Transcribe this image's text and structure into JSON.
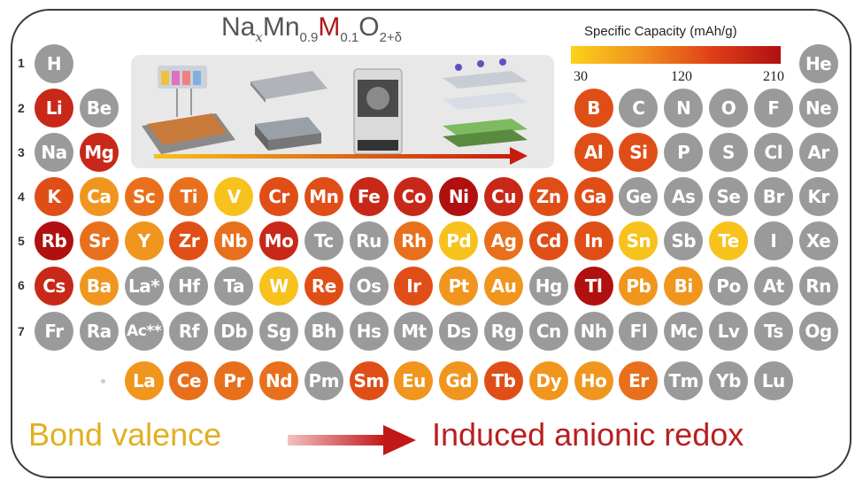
{
  "title": {
    "a": "Na",
    "b": "x",
    "c": "Mn",
    "d": "0.9",
    "e": "M",
    "f": "0.1",
    "g": "O",
    "h": "2+δ"
  },
  "colorbar": {
    "title": "Specific Capacity (mAh/g)",
    "ticks": [
      "30",
      "120",
      "210"
    ]
  },
  "periods": [
    "1",
    "2",
    "3",
    "4",
    "5",
    "6",
    "7"
  ],
  "bottom": {
    "left": "Bond valence",
    "right": "Induced anionic redox"
  },
  "colors": {
    "gray": "#9a9a9a",
    "y": "#f7c21c",
    "lo": "#f0961e",
    "mo": "#e8701c",
    "o": "#e04e18",
    "r": "#c82818",
    "dr": "#b01010"
  },
  "elements": [
    {
      "sym": "H",
      "c": "gray"
    },
    {
      "sym": "He",
      "c": "gray"
    },
    {
      "sym": "Li",
      "c": "r"
    },
    {
      "sym": "Be",
      "c": "gray"
    },
    {
      "sym": "B",
      "c": "o"
    },
    {
      "sym": "C",
      "c": "gray"
    },
    {
      "sym": "N",
      "c": "gray"
    },
    {
      "sym": "O",
      "c": "gray"
    },
    {
      "sym": "F",
      "c": "gray"
    },
    {
      "sym": "Ne",
      "c": "gray"
    },
    {
      "sym": "Na",
      "c": "gray"
    },
    {
      "sym": "Mg",
      "c": "r"
    },
    {
      "sym": "Al",
      "c": "o"
    },
    {
      "sym": "Si",
      "c": "o"
    },
    {
      "sym": "P",
      "c": "gray"
    },
    {
      "sym": "S",
      "c": "gray"
    },
    {
      "sym": "Cl",
      "c": "gray"
    },
    {
      "sym": "Ar",
      "c": "gray"
    },
    {
      "sym": "K",
      "c": "o"
    },
    {
      "sym": "Ca",
      "c": "lo"
    },
    {
      "sym": "Sc",
      "c": "mo"
    },
    {
      "sym": "Ti",
      "c": "mo"
    },
    {
      "sym": "V",
      "c": "y"
    },
    {
      "sym": "Cr",
      "c": "o"
    },
    {
      "sym": "Mn",
      "c": "o"
    },
    {
      "sym": "Fe",
      "c": "r"
    },
    {
      "sym": "Co",
      "c": "r"
    },
    {
      "sym": "Ni",
      "c": "dr"
    },
    {
      "sym": "Cu",
      "c": "r"
    },
    {
      "sym": "Zn",
      "c": "o"
    },
    {
      "sym": "Ga",
      "c": "o"
    },
    {
      "sym": "Ge",
      "c": "gray"
    },
    {
      "sym": "As",
      "c": "gray"
    },
    {
      "sym": "Se",
      "c": "gray"
    },
    {
      "sym": "Br",
      "c": "gray"
    },
    {
      "sym": "Kr",
      "c": "gray"
    },
    {
      "sym": "Rb",
      "c": "dr"
    },
    {
      "sym": "Sr",
      "c": "mo"
    },
    {
      "sym": "Y",
      "c": "lo"
    },
    {
      "sym": "Zr",
      "c": "o"
    },
    {
      "sym": "Nb",
      "c": "mo"
    },
    {
      "sym": "Mo",
      "c": "r"
    },
    {
      "sym": "Tc",
      "c": "gray"
    },
    {
      "sym": "Ru",
      "c": "gray"
    },
    {
      "sym": "Rh",
      "c": "mo"
    },
    {
      "sym": "Pd",
      "c": "y"
    },
    {
      "sym": "Ag",
      "c": "mo"
    },
    {
      "sym": "Cd",
      "c": "o"
    },
    {
      "sym": "In",
      "c": "o"
    },
    {
      "sym": "Sn",
      "c": "y"
    },
    {
      "sym": "Sb",
      "c": "gray"
    },
    {
      "sym": "Te",
      "c": "y"
    },
    {
      "sym": "I",
      "c": "gray"
    },
    {
      "sym": "Xe",
      "c": "gray"
    },
    {
      "sym": "Cs",
      "c": "r"
    },
    {
      "sym": "Ba",
      "c": "lo"
    },
    {
      "sym": "La*",
      "c": "gray"
    },
    {
      "sym": "Hf",
      "c": "gray"
    },
    {
      "sym": "Ta",
      "c": "gray"
    },
    {
      "sym": "W",
      "c": "y"
    },
    {
      "sym": "Re",
      "c": "o"
    },
    {
      "sym": "Os",
      "c": "gray"
    },
    {
      "sym": "Ir",
      "c": "o"
    },
    {
      "sym": "Pt",
      "c": "lo"
    },
    {
      "sym": "Au",
      "c": "lo"
    },
    {
      "sym": "Hg",
      "c": "gray"
    },
    {
      "sym": "Tl",
      "c": "dr"
    },
    {
      "sym": "Pb",
      "c": "lo"
    },
    {
      "sym": "Bi",
      "c": "lo"
    },
    {
      "sym": "Po",
      "c": "gray"
    },
    {
      "sym": "At",
      "c": "gray"
    },
    {
      "sym": "Rn",
      "c": "gray"
    },
    {
      "sym": "Fr",
      "c": "gray"
    },
    {
      "sym": "Ra",
      "c": "gray"
    },
    {
      "sym": "Ac**",
      "c": "gray"
    },
    {
      "sym": "Rf",
      "c": "gray"
    },
    {
      "sym": "Db",
      "c": "gray"
    },
    {
      "sym": "Sg",
      "c": "gray"
    },
    {
      "sym": "Bh",
      "c": "gray"
    },
    {
      "sym": "Hs",
      "c": "gray"
    },
    {
      "sym": "Mt",
      "c": "gray"
    },
    {
      "sym": "Ds",
      "c": "gray"
    },
    {
      "sym": "Rg",
      "c": "gray"
    },
    {
      "sym": "Cn",
      "c": "gray"
    },
    {
      "sym": "Nh",
      "c": "gray"
    },
    {
      "sym": "Fl",
      "c": "gray"
    },
    {
      "sym": "Mc",
      "c": "gray"
    },
    {
      "sym": "Lv",
      "c": "gray"
    },
    {
      "sym": "Ts",
      "c": "gray"
    },
    {
      "sym": "Og",
      "c": "gray"
    },
    {
      "sym": "La",
      "c": "lo"
    },
    {
      "sym": "Ce",
      "c": "mo"
    },
    {
      "sym": "Pr",
      "c": "mo"
    },
    {
      "sym": "Nd",
      "c": "mo"
    },
    {
      "sym": "Pm",
      "c": "gray"
    },
    {
      "sym": "Sm",
      "c": "o"
    },
    {
      "sym": "Eu",
      "c": "lo"
    },
    {
      "sym": "Gd",
      "c": "lo"
    },
    {
      "sym": "Tb",
      "c": "o"
    },
    {
      "sym": "Dy",
      "c": "lo"
    },
    {
      "sym": "Ho",
      "c": "lo"
    },
    {
      "sym": "Er",
      "c": "mo"
    },
    {
      "sym": "Tm",
      "c": "gray"
    },
    {
      "sym": "Yb",
      "c": "gray"
    },
    {
      "sym": "Lu",
      "c": "gray"
    }
  ]
}
